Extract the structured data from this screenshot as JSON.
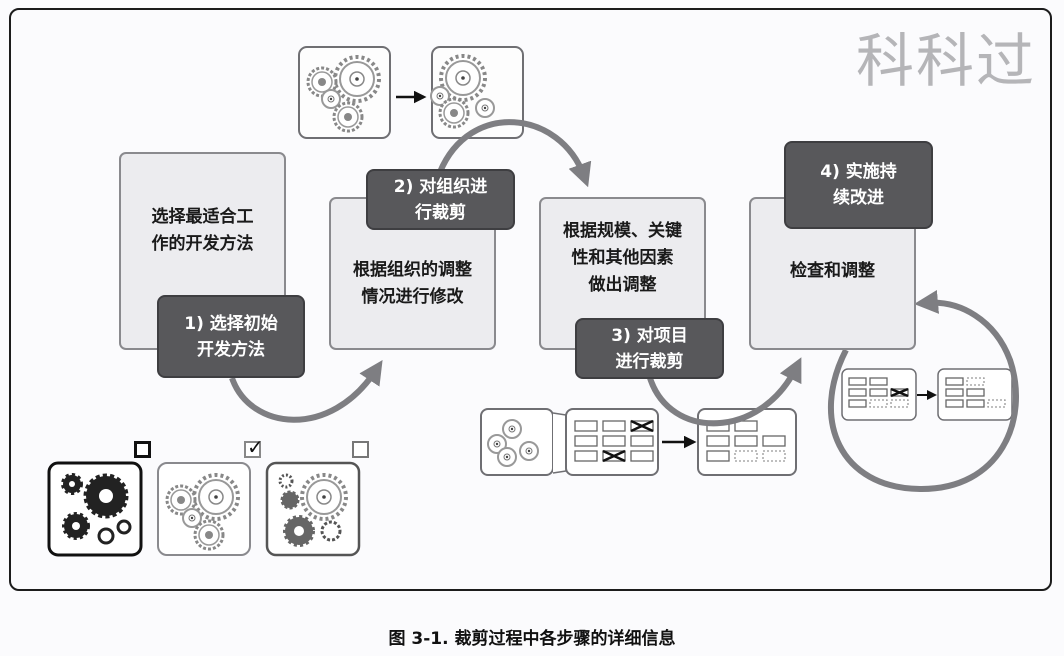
{
  "watermark": "科科过",
  "caption": "图 3-1. 裁剪过程中各步骤的详细信息",
  "steps": [
    {
      "card_text": "选择最适合工\n作的开发方法",
      "tag_text": "1) 选择初始\n开发方法"
    },
    {
      "card_text": "根据组织的调整\n情况进行修改",
      "tag_text": "2) 对组织进\n行裁剪"
    },
    {
      "card_text": "根据规模、关键\n性和其他因素\n做出调整",
      "tag_text": "3) 对项目\n进行裁剪"
    },
    {
      "card_text": "检查和调整",
      "tag_text": "4) 实施持\n续改进"
    }
  ],
  "method_options": [
    {
      "name": "dark-gears",
      "checked": false
    },
    {
      "name": "light-gears",
      "checked": true
    },
    {
      "name": "mixed-gears",
      "checked": false
    }
  ],
  "checkbox_glyph": "✓",
  "colors": {
    "card_bg": "#ececef",
    "tag_bg": "#58585b",
    "arrow": "#7e7e82",
    "frame": "#1c1c1c"
  }
}
